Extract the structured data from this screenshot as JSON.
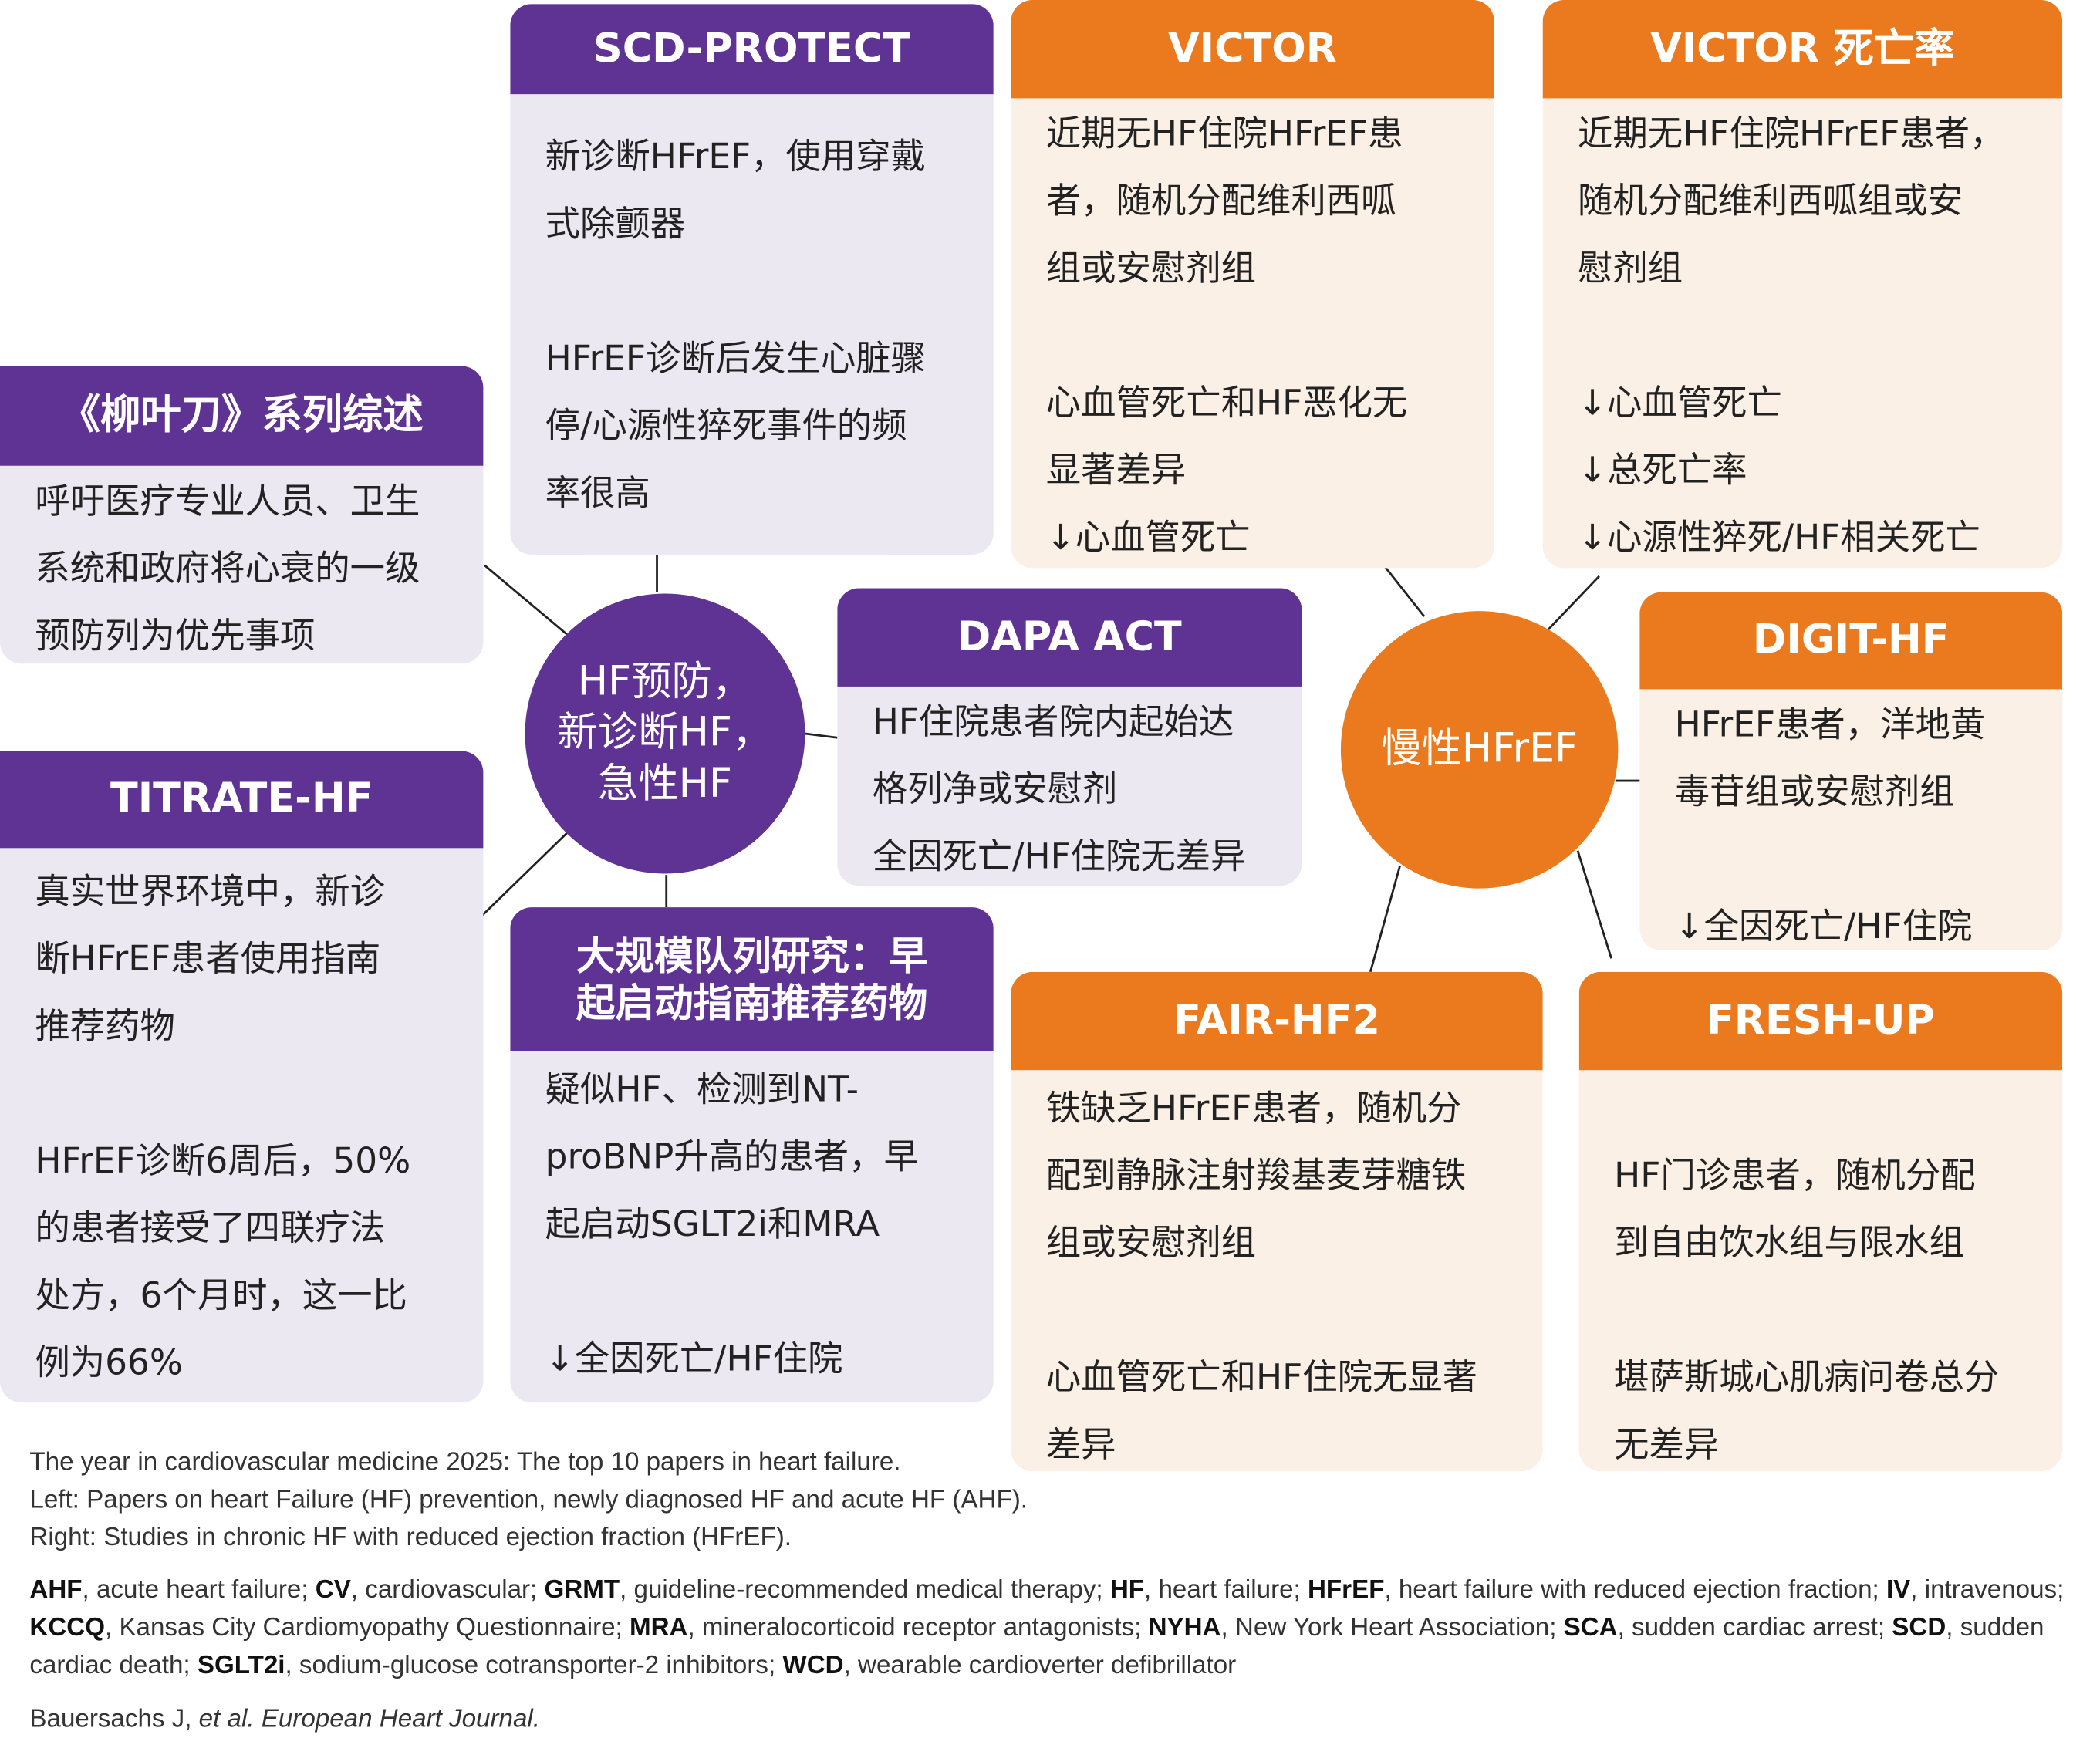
{
  "colors": {
    "purple": "#5f3393",
    "orange": "#ea7a1d",
    "purple_bg": "#ebe8f2",
    "orange_bg": "#fbf0e6"
  },
  "left_hub": "HF预防，\n新诊断HF，\n急性HF",
  "right_hub": "慢性HFrEF",
  "boxes": {
    "scd": {
      "title": "SCD-PROTECT",
      "body": "新诊断HFrEF，使用穿戴\n式除颤器\n\nHFrEF诊断后发生心脏骤\n停/心源性猝死事件的频\n率很高"
    },
    "victor": {
      "title": "VICTOR",
      "body": "近期无HF住院HFrEF患\n者，随机分配维利西呱\n组或安慰剂组\n\n心血管死亡和HF恶化无\n显著差异\n↓心血管死亡"
    },
    "victor_mort": {
      "title": "VICTOR 死亡率",
      "body": "近期无HF住院HFrEF患者，\n随机分配维利西呱组或安\n慰剂组\n\n↓心血管死亡\n↓总死亡率\n↓心源性猝死/HF相关死亡"
    },
    "lancet": {
      "title": "《柳叶刀》系列综述",
      "body": "呼吁医疗专业人员、卫生\n系统和政府将心衰的一级\n预防列为优先事项"
    },
    "titrate": {
      "title": "TITRATE-HF",
      "body": "真实世界环境中，新诊\n断HFrEF患者使用指南\n推荐药物\n\nHFrEF诊断6周后，50%\n的患者接受了四联疗法\n处方，6个月时，这一比\n例为66%"
    },
    "dapa": {
      "title": "DAPA ACT",
      "body": "HF住院患者院内起始达\n格列净或安慰剂\n全因死亡/HF住院无差异"
    },
    "cohort": {
      "title": "大规模队列研究：早\n起启动指南推荐药物",
      "body": "疑似HF、检测到NT-\nproBNP升高的患者，早\n起启动SGLT2i和MRA\n\n↓全因死亡/HF住院"
    },
    "digit": {
      "title": "DIGIT-HF",
      "body": "HFrEF患者，洋地黄\n毒苷组或安慰剂组\n\n↓全因死亡/HF住院"
    },
    "fair": {
      "title": "FAIR-HF2",
      "body": "铁缺乏HFrEF患者，随机分\n配到静脉注射羧基麦芽糖铁\n组或安慰剂组\n\n心血管死亡和HF住院无显著\n差异"
    },
    "fresh": {
      "title": "FRESH-UP",
      "body": "\nHF门诊患者，随机分配\n到自由饮水组与限水组\n\n堪萨斯城心肌病问卷总分\n无差异"
    }
  },
  "footer": {
    "caption": [
      "The year in cardiovascular medicine 2025: The top 10 papers in heart failure.",
      "Left: Papers on heart Failure (HF) prevention, newly diagnosed HF and acute HF (AHF).",
      "Right: Studies in chronic HF with reduced ejection fraction (HFrEF)."
    ],
    "abbreviations": [
      {
        "abbr": "AHF",
        "def": ", acute heart failure; "
      },
      {
        "abbr": "CV",
        "def": ", cardiovascular; "
      },
      {
        "abbr": "GRMT",
        "def": ", guideline-recommended medical therapy; "
      },
      {
        "abbr": "HF",
        "def": ", heart failure; "
      },
      {
        "abbr": "HFrEF",
        "def": ", heart failure with reduced ejection fraction; "
      },
      {
        "abbr": "IV",
        "def": ", intravenous; "
      },
      {
        "abbr": "KCCQ",
        "def": ", Kansas City Cardiomyopathy Questionnaire; "
      },
      {
        "abbr": "MRA",
        "def": ", mineralocorticoid receptor antagonists; "
      },
      {
        "abbr": "NYHA",
        "def": ", New York Heart Association; "
      },
      {
        "abbr": "SCA",
        "def": ", sudden cardiac arrest; "
      },
      {
        "abbr": "SCD",
        "def": ", sudden cardiac death; "
      },
      {
        "abbr": "SGLT2i",
        "def": ", sodium-glucose cotransporter-2 inhibitors; "
      },
      {
        "abbr": "WCD",
        "def": ", wearable cardioverter defibrillator"
      }
    ],
    "citation_author": "Bauersachs J, ",
    "citation_journal": "et al. European Heart Journal."
  }
}
